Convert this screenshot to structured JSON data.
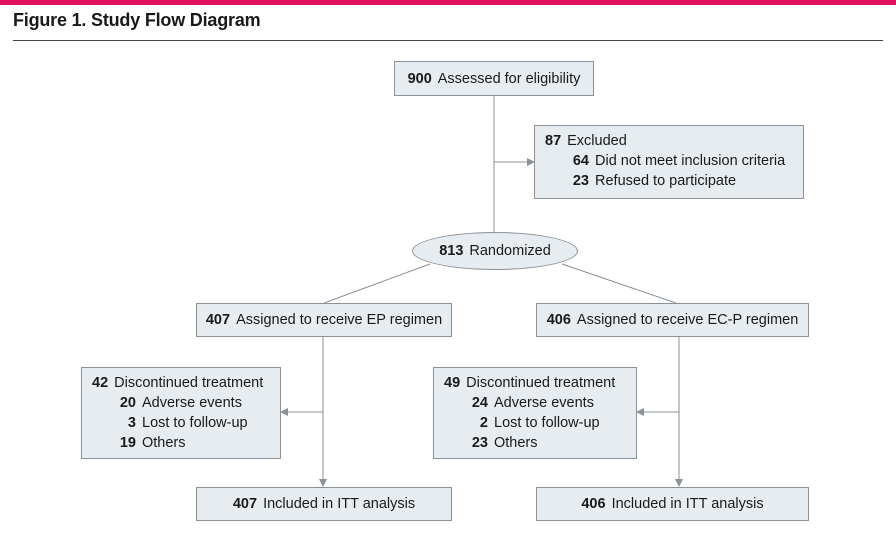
{
  "figure": {
    "title": "Figure 1. Study Flow Diagram",
    "accent_color": "#e0115f",
    "box_color": "#e6ecf0"
  },
  "assessed": {
    "number": "900",
    "label": "Assessed for eligibility"
  },
  "excluded": {
    "number": "87",
    "label": "Excluded",
    "reasons": [
      {
        "number": "64",
        "label": "Did not meet inclusion criteria"
      },
      {
        "number": "23",
        "label": "Refused to participate"
      }
    ]
  },
  "randomized": {
    "number": "813",
    "label": "Randomized"
  },
  "arm_ep": {
    "assigned": {
      "number": "407",
      "label": "Assigned to receive EP regimen"
    },
    "discontinued": {
      "number": "42",
      "label": "Discontinued treatment",
      "reasons": [
        {
          "number": "20",
          "label": "Adverse events"
        },
        {
          "number": "3",
          "label": "Lost to follow-up"
        },
        {
          "number": "19",
          "label": "Others"
        }
      ]
    },
    "analysis": {
      "number": "407",
      "label": "Included in ITT analysis"
    }
  },
  "arm_ecp": {
    "assigned": {
      "number": "406",
      "label": "Assigned to receive EC-P regimen"
    },
    "discontinued": {
      "number": "49",
      "label": "Discontinued treatment",
      "reasons": [
        {
          "number": "24",
          "label": "Adverse events"
        },
        {
          "number": "2",
          "label": "Lost to follow-up"
        },
        {
          "number": "23",
          "label": "Others"
        }
      ]
    },
    "analysis": {
      "number": "406",
      "label": "Included in ITT analysis"
    }
  }
}
